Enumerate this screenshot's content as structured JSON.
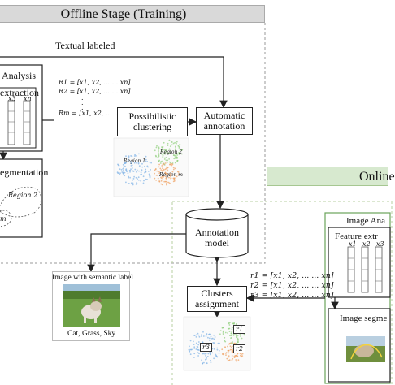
{
  "offline": {
    "title": "Offline Stage (Training)",
    "textual_labeled": "Textual labeled",
    "analysis_title": "Analysis",
    "feature_extraction": "extraction",
    "col_labels": [
      "x3",
      "xn"
    ],
    "segmentation_title": "egmentation",
    "region2_label": "Region 2",
    "region_small": "m",
    "equations": [
      "R1 = [x1, x2, ... ... xn]",
      "R2 = [x1, x2, ... ... xn]",
      ".",
      ".",
      ".",
      "Rm = [x1, x2, ... ... xn]"
    ],
    "possibilistic": "Possibilistic clustering",
    "automatic": "Automatic annotation",
    "scatter_regions": [
      "Region 1",
      "Region 2",
      "Region m"
    ]
  },
  "center": {
    "annotation_model": "Annotation model",
    "clusters_assignment": "Clusters assignment",
    "image_semantic_label": "Image with semantic label",
    "caption": "Cat, Grass, Sky",
    "scatter_regions": [
      "r1",
      "r2",
      "r3"
    ]
  },
  "online": {
    "title": "Online",
    "image_analysis": "Image Ana",
    "feature_extraction": "Feature extr",
    "col_labels": [
      "x1",
      "x2",
      "x3"
    ],
    "image_segmentation": "Image segme",
    "equations": [
      "r1 = [x1, x2, ... ... xn]",
      "r2 = [x1, x2, ... ... xn]",
      "r3 = [x1, x2, ... ... xn]"
    ]
  },
  "colors": {
    "offline_header": "#d9d9d9",
    "online_header": "#d7e9cf",
    "dashed_offline": "#9a9a9a",
    "dashed_online": "#b7cfa0",
    "green_frame": "#6aa35a"
  }
}
